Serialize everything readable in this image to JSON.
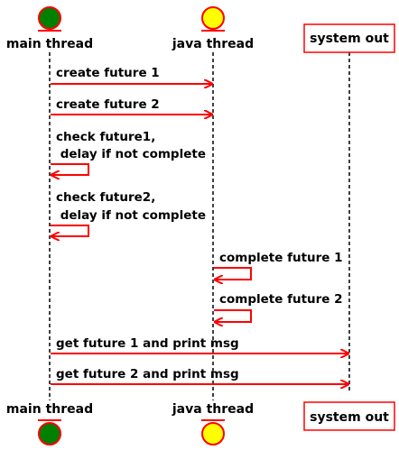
{
  "colors": {
    "main_thread_circle": "#008000",
    "java_thread_circle": "#ffff00",
    "outline": "#ff0000",
    "arrow": "#ff0000"
  },
  "participants": {
    "main": {
      "label": "main thread",
      "icon": "entity-circle-icon"
    },
    "java": {
      "label": "java thread",
      "icon": "entity-circle-icon"
    },
    "out": {
      "label": "system out"
    }
  },
  "messages": [
    {
      "text": "create future 1"
    },
    {
      "text": "create future 2"
    },
    {
      "text": "check future1,",
      "text2": " delay if not complete"
    },
    {
      "text": "check future2,",
      "text2": " delay if not complete"
    },
    {
      "text": "complete future 1"
    },
    {
      "text": "complete future 2"
    },
    {
      "text": "get future 1 and print msg"
    },
    {
      "text": "get future 2 and print msg"
    }
  ]
}
